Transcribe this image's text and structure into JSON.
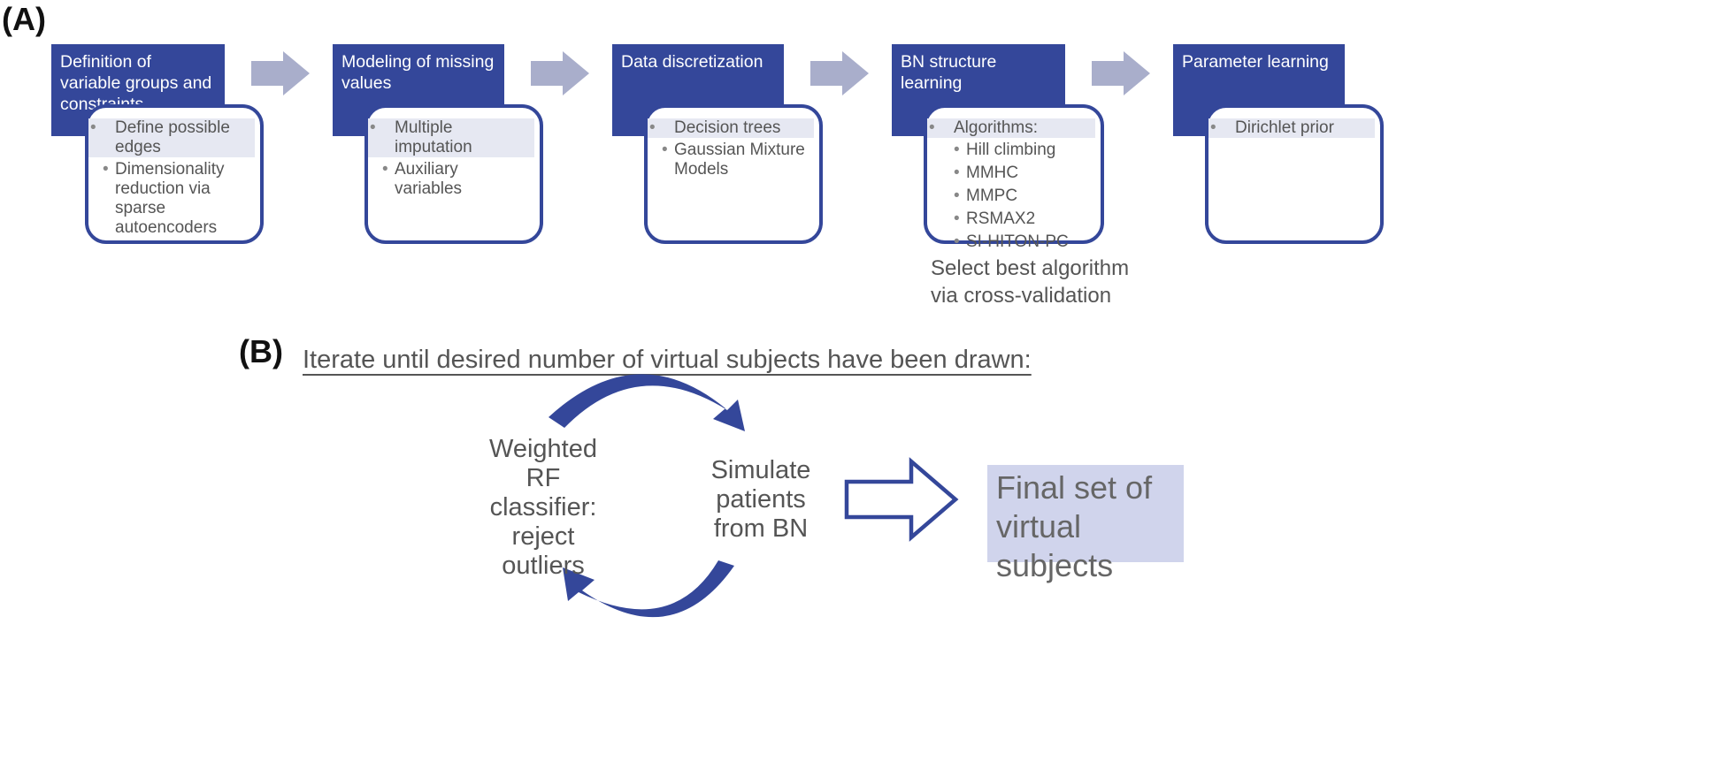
{
  "panel_a": {
    "label": "(A)",
    "steps": [
      {
        "title": "Definition of variable groups and constraints",
        "bullets": [
          {
            "text": "Define possible edges",
            "level": 1
          },
          {
            "text": "Dimensionality reduction via sparse autoencoders",
            "level": 1
          }
        ]
      },
      {
        "title": "Modeling of missing values",
        "bullets": [
          {
            "text": "Multiple imputation",
            "level": 1
          },
          {
            "text": "Auxiliary variables",
            "level": 1
          }
        ]
      },
      {
        "title": "Data discretization",
        "bullets": [
          {
            "text": "Decision trees",
            "level": 1
          },
          {
            "text": "Gaussian Mixture Models",
            "level": 1
          }
        ]
      },
      {
        "title": "BN structure learning",
        "bullets": [
          {
            "text": "Algorithms:",
            "level": 1
          },
          {
            "text": "Hill climbing",
            "level": 2
          },
          {
            "text": "MMHC",
            "level": 2
          },
          {
            "text": "MMPC",
            "level": 2
          },
          {
            "text": "RSMAX2",
            "level": 2
          },
          {
            "text": "SI-HITON-PC",
            "level": 2
          }
        ]
      },
      {
        "title": "Parameter learning",
        "bullets": [
          {
            "text": "Dirichlet prior",
            "level": 1
          }
        ]
      }
    ],
    "note": "Select best algorithm via cross-validation",
    "colors": {
      "header": "#34479a",
      "arrow": "#a9aecb"
    }
  },
  "panel_b": {
    "label": "(B)",
    "title": "Iterate until desired number of virtual subjects have been drawn:",
    "left_text": "Weighted RF classifier: reject outliers",
    "right_text": "Simulate patients from BN",
    "final_text": "Final set of virtual subjects",
    "colors": {
      "cycle_arrow": "#34479a",
      "final_bg": "#d0d4ec"
    }
  }
}
